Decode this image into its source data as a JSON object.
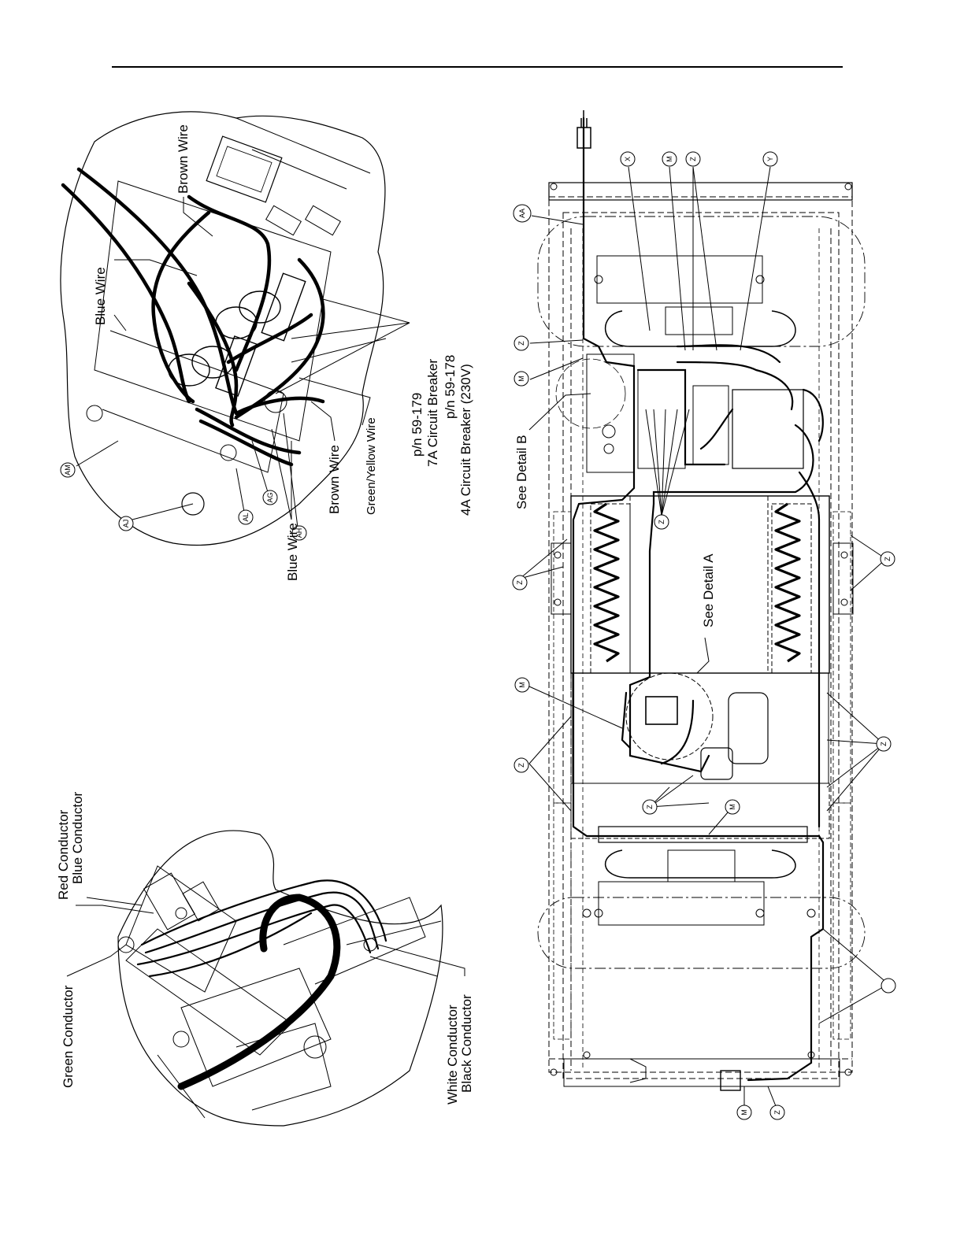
{
  "detail_b": {
    "labels": {
      "brown_wire_top": "Brown Wire",
      "blue_wire_left": "Blue Wire",
      "brown_wire_bottom": "Brown Wire",
      "green_yellow_wire": "Green/Yellow Wire",
      "blue_wire_bottom": "Blue Wire",
      "breaker_7a_pn": "p/n 59-179",
      "breaker_7a": "7A Circuit Breaker",
      "breaker_4a_pn": "p/n 59-178",
      "breaker_4a": "4A Circuit Breaker (230V)"
    },
    "callouts": [
      "AM",
      "AJ",
      "AL",
      "AG",
      "AH"
    ]
  },
  "detail_a": {
    "labels": {
      "green_conductor": "Green Conductor",
      "red_conductor": "Red Conductor",
      "blue_conductor": "Blue Conductor",
      "white_conductor": "White Conductor",
      "black_conductor": "Black Conductor"
    }
  },
  "main_view": {
    "labels": {
      "see_detail_b": "See Detail B",
      "see_detail_a": "See Detail A"
    },
    "callouts": [
      "AA",
      "X",
      "M",
      "Z",
      "Y",
      "Z",
      "M",
      "Z",
      "Z",
      "M",
      "Z",
      "Z",
      "M",
      "Z",
      "Z",
      "M",
      "Z"
    ]
  },
  "colors": {
    "ink": "#000000",
    "paper": "#ffffff"
  }
}
